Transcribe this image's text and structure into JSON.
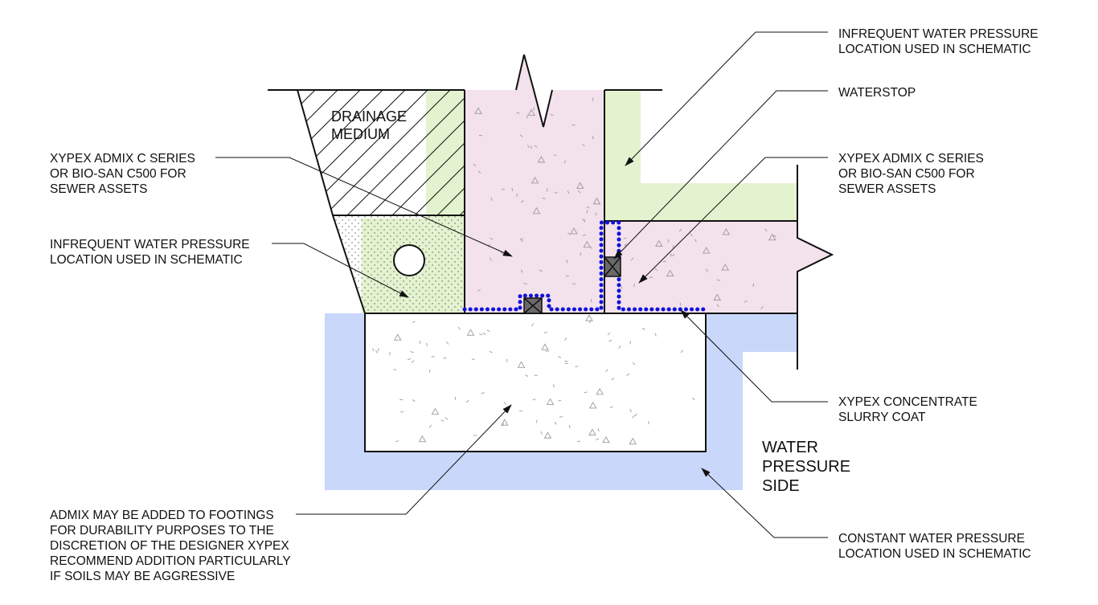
{
  "colors": {
    "water_pressure_zone": "#c9d7fb",
    "drainage_zone_green": "#e3f3cf",
    "admix_concrete_pink": "#f3e1ec",
    "footing_concrete": "#ffffff",
    "slurry_coat_dots": "#1111dd",
    "waterstop_box": "#6a6a6a",
    "linework": "#111111",
    "aggregate_speckle": "#9a9a9a"
  },
  "icons": {
    "drain_pipe": "drain-pipe-icon",
    "waterstop": "waterstop-icon"
  },
  "labels": {
    "drainage_medium": "DRAINAGE\nMEDIUM",
    "water_pressure_side": "WATER\nPRESSURE\nSIDE"
  },
  "callouts": {
    "infrequent_top_right": "INFREQUENT WATER PRESSURE\nLOCATION USED IN SCHEMATIC",
    "waterstop": "WATERSTOP",
    "admix_right": "XYPEX ADMIX C SERIES\nOR BIO-SAN C500 FOR\nSEWER ASSETS",
    "admix_left": "XYPEX ADMIX C SERIES\nOR BIO-SAN C500 FOR\nSEWER ASSETS",
    "infrequent_left": "INFREQUENT WATER PRESSURE\nLOCATION USED IN SCHEMATIC",
    "slurry_coat": "XYPEX CONCENTRATE\nSLURRY COAT",
    "footing_admix": "ADMIX MAY BE ADDED TO FOOTINGS\nFOR DURABILITY PURPOSES TO THE\nDISCRETION OF THE DESIGNER XYPEX\nRECOMMEND ADDITION PARTICULARLY\nIF SOILS MAY BE AGGRESSIVE",
    "constant_pressure": "CONSTANT WATER PRESSURE\nLOCATION USED IN SCHEMATIC"
  }
}
